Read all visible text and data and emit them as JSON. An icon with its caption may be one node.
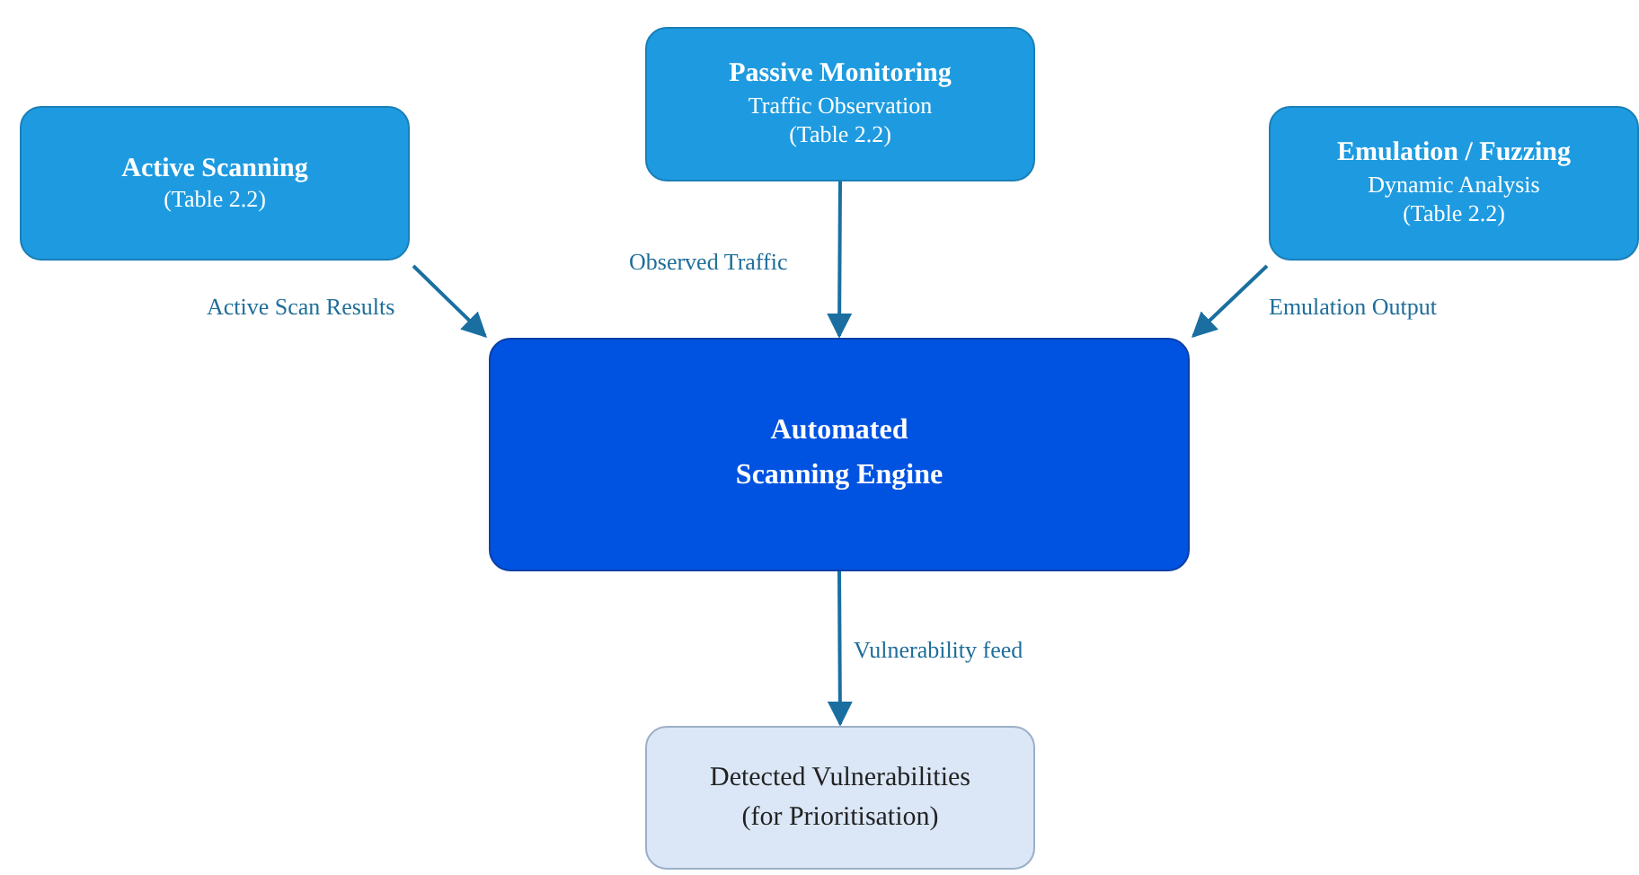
{
  "diagram": {
    "nodes": [
      {
        "text": [
          "Active Scanning",
          "(Table 2.2)"
        ]
      },
      {
        "text": [
          "Passive Monitoring",
          "Traffic Observation",
          "(Table 2.2)"
        ]
      },
      {
        "text": [
          "Emulation / Fuzzing",
          "Dynamic Analysis",
          "(Table 2.2)"
        ]
      },
      {
        "text": [
          "Automated Scanning Engine"
        ]
      },
      {
        "text": [
          "Detected Vulnerabilities (for Prioritisation)"
        ]
      }
    ],
    "edges": [
      {
        "from": 0,
        "to": 3,
        "arrow": "to",
        "label": "Active Scan Results"
      },
      {
        "from": 1,
        "to": 3,
        "arrow": "to",
        "label": "Observed Traffic"
      },
      {
        "from": 2,
        "to": 3,
        "arrow": "to",
        "label": "Emulation Output"
      },
      {
        "from": 3,
        "to": 4,
        "arrow": "to",
        "label": "Vulnerability feed"
      }
    ]
  }
}
